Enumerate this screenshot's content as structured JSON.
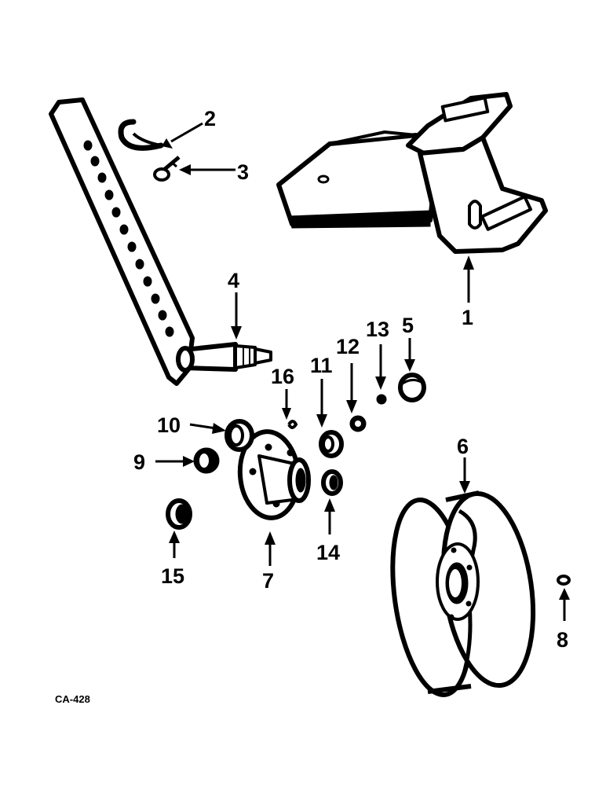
{
  "figure": {
    "code": "CA-428"
  },
  "callouts": [
    {
      "id": "1",
      "label": "1"
    },
    {
      "id": "2",
      "label": "2"
    },
    {
      "id": "3",
      "label": "3"
    },
    {
      "id": "4",
      "label": "4"
    },
    {
      "id": "5",
      "label": "5"
    },
    {
      "id": "6",
      "label": "6"
    },
    {
      "id": "7",
      "label": "7"
    },
    {
      "id": "8",
      "label": "8"
    },
    {
      "id": "9",
      "label": "9"
    },
    {
      "id": "10",
      "label": "10"
    },
    {
      "id": "11",
      "label": "11"
    },
    {
      "id": "12",
      "label": "12"
    },
    {
      "id": "13",
      "label": "13"
    },
    {
      "id": "14",
      "label": "14"
    },
    {
      "id": "15",
      "label": "15"
    },
    {
      "id": "16",
      "label": "16"
    }
  ]
}
